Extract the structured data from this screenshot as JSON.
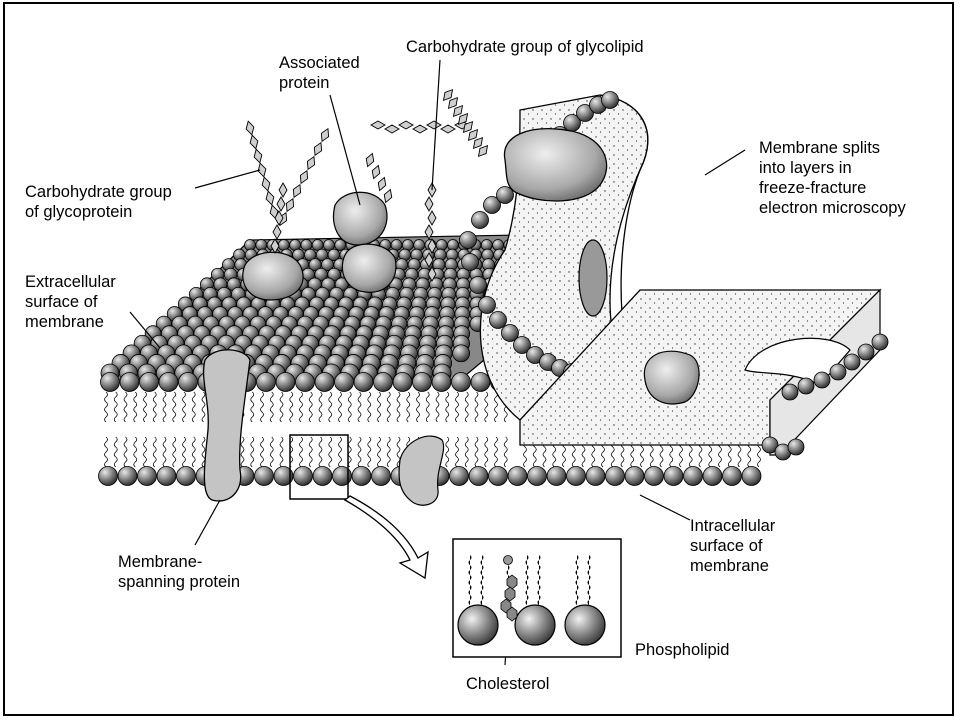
{
  "labels": {
    "associated_protein": "Associated\nprotein",
    "carb_glycolipid": "Carbohydrate group of glycolipid",
    "carb_glycoprotein": "Carbohydrate group\nof glycoprotein",
    "extracellular": "Extracellular\nsurface of\nmembrane",
    "freeze_fracture": "Membrane splits\ninto layers in\nfreeze-fracture\nelectron microscopy",
    "membrane_spanning": "Membrane-\nspanning protein",
    "intracellular": "Intracellular\nsurface of\nmembrane",
    "phospholipid": "Phospholipid",
    "cholesterol": "Cholesterol"
  },
  "colors": {
    "head_dark": "#5a5a5a",
    "head_light": "#d8d8d8",
    "protein_fill": "#b8b8b8",
    "outline": "#000000"
  }
}
